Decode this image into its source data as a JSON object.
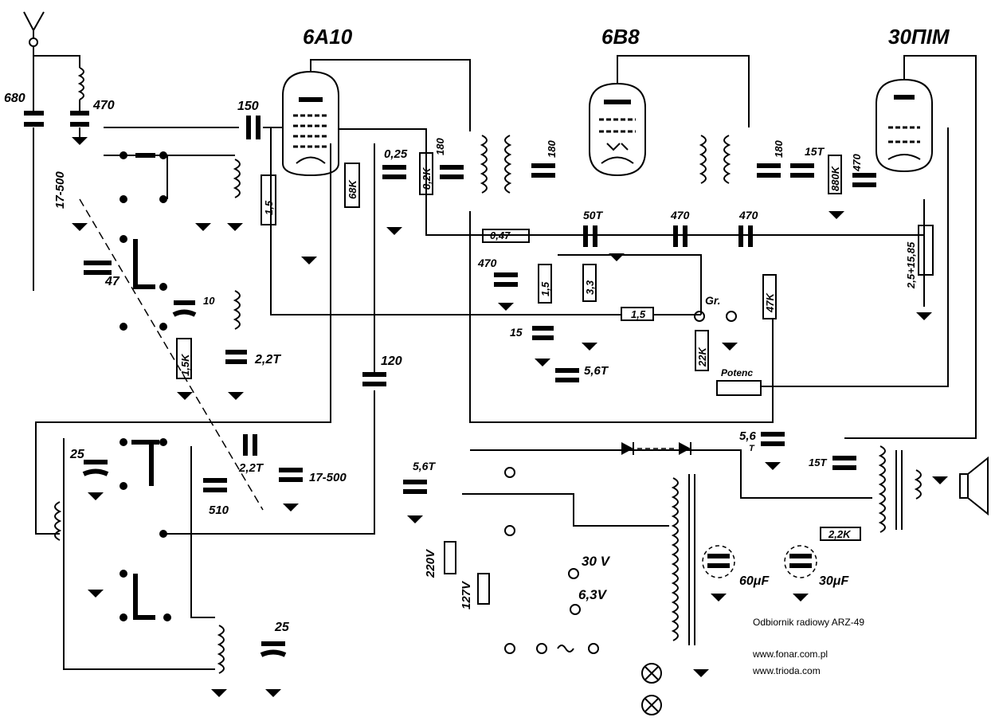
{
  "tubes": {
    "t1": "6A10",
    "t2": "6B8",
    "t3": "30ПIМ"
  },
  "values": {
    "c680": "680",
    "c470a": "470",
    "c150": "150",
    "c17500a": "17-500",
    "r15a": "1,5",
    "r68k": "68K",
    "c025": "0,25",
    "r82k": "8,2K",
    "c180a": "180",
    "c180b": "180",
    "c50t": "50T",
    "c470b": "470",
    "c470c": "470",
    "c180c": "180",
    "c15t": "15T",
    "r880k": "880K",
    "c470d": "470",
    "c47": "47",
    "c10": "10",
    "r15k": "1,5K",
    "c22t": "2,2T",
    "c470e": "470",
    "r15b": "1,5",
    "r33": "3,3",
    "r047": "0,47",
    "c15b": "15",
    "c56t": "5,6T",
    "r15c": "1,5",
    "gr": "Gr.",
    "r22k": "22K",
    "potenc": "Potenc",
    "r47k": "47K",
    "pot": "2,5+15,85",
    "c120": "120",
    "c25a": "25",
    "c22tb": "2,2T",
    "c510": "510",
    "c17500b": "17-500",
    "c25b": "25",
    "c56tb": "5,6T",
    "v220": "220V",
    "v127": "127V",
    "v30": "30 V",
    "v63": "6,3V",
    "c60uf": "60μF",
    "c30uf": "30μF",
    "c56tc": "5,6",
    "c56tc2": "T",
    "c15tb": "15T",
    "r22kb": "2,2K"
  },
  "caption": {
    "title": "Odbiornik radiowy ARZ-49",
    "url1": "www.fonar.com.pl",
    "url2": "www.trioda.com"
  }
}
